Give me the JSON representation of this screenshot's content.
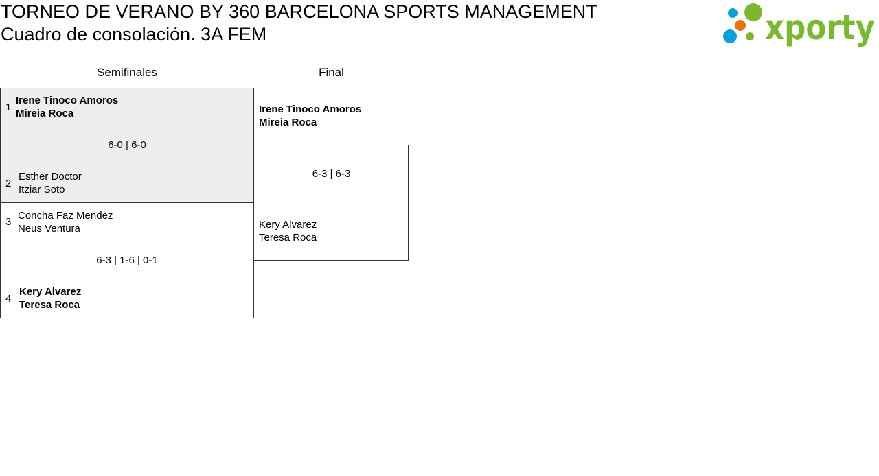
{
  "header": {
    "title": "TORNEO DE VERANO BY 360 BARCELONA SPORTS MANAGEMENT",
    "subtitle": "Cuadro de consolación. 3A FEM",
    "logo_text": "xporty"
  },
  "colors": {
    "logo_green": "#7cb82f",
    "logo_blue": "#0aa0e0",
    "logo_orange": "#e8700f",
    "highlight_bg": "#eeeeee"
  },
  "rounds": [
    {
      "label": "Semifinales"
    },
    {
      "label": "Final"
    }
  ],
  "semifinals": [
    {
      "score": "6-0 | 6-0",
      "team1": {
        "seed": "1",
        "p1": "Irene Tinoco Amoros",
        "p2": "Mireia Roca",
        "winner": true
      },
      "team2": {
        "seed": "2",
        "p1": "Esther Doctor",
        "p2": "Itziar Soto",
        "winner": false
      }
    },
    {
      "score": "6-3 | 1-6 | 0-1",
      "team1": {
        "seed": "3",
        "p1": "Concha Faz Mendez",
        "p2": "Neus Ventura",
        "winner": false
      },
      "team2": {
        "seed": "4",
        "p1": "Kery Alvarez",
        "p2": "Teresa Roca",
        "winner": true
      }
    }
  ],
  "final": {
    "score": "6-3 | 6-3",
    "team1": {
      "p1": "Irene Tinoco Amoros",
      "p2": "Mireia Roca",
      "winner": true
    },
    "team2": {
      "p1": "Kery Alvarez",
      "p2": "Teresa Roca",
      "winner": false
    }
  }
}
